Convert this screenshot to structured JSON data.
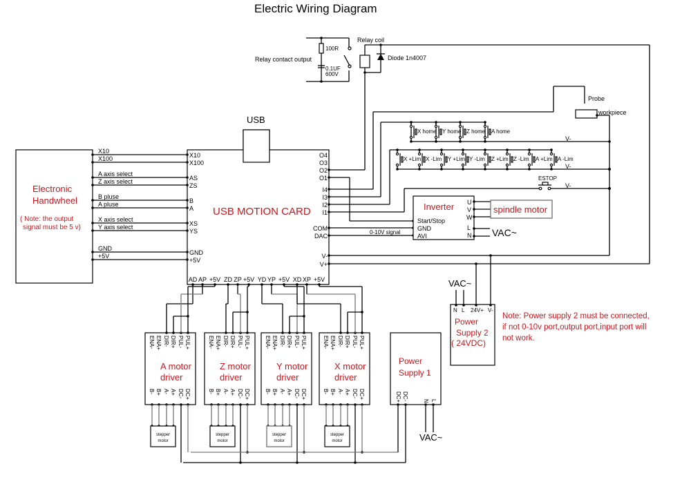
{
  "title": "Electric Wiring Diagram",
  "colors": {
    "label_red": "#c8161d",
    "wire": "#000000",
    "wire_gray": "#777777"
  },
  "relay": {
    "contact_label": "Relay contact output",
    "resistor": "100R",
    "capacitor_1": "0.1UF",
    "capacitor_2": "600V",
    "coil_label": "Relay coil",
    "diode_label": "Diode 1n4007"
  },
  "probe": {
    "probe_label": "Probe",
    "workpiece_label": "workpiece"
  },
  "usb": {
    "label": "USB"
  },
  "card": {
    "title": "USB MOTION CARD",
    "left_pins": [
      "X10",
      "X100",
      "AS",
      "ZS",
      "B",
      "A",
      "XS",
      "YS",
      "GND",
      "+5V"
    ],
    "right_pins": [
      "O4",
      "O3",
      "O2",
      "O1",
      "I4",
      "I3",
      "I2",
      "I1",
      "COM",
      "DAC",
      "V-",
      "V+"
    ],
    "bottom_pins": [
      "AD",
      "AP",
      "+5V",
      "ZD",
      "ZP",
      "+5V",
      "YD",
      "YP",
      "+5V",
      "XD",
      "XP",
      "+5V"
    ]
  },
  "handwheel": {
    "title_1": "Electronic",
    "title_2": "Handwheel",
    "note_1": "(  Note: the output",
    "note_2": "signal must be 5 v)",
    "wires": [
      "X10",
      "X100",
      "A axis select",
      "Z axis select",
      "B pluse",
      "A pluse",
      "X axis select",
      "Y axis select",
      "GND",
      "+5V"
    ]
  },
  "switches": {
    "home": [
      "X home",
      "Y home",
      "Z home",
      "A home"
    ],
    "limits": [
      "X +Lim",
      "X -Lim",
      "Y +Lim",
      "Y -Lim",
      "Z +Lim",
      "Z -Lim",
      "A +Lim",
      "A -Lim"
    ],
    "estop": "ESTOP",
    "vminus": "V-"
  },
  "inverter": {
    "title": "Inverter",
    "left_pins": [
      "Start/Stop",
      "GND",
      "AVI"
    ],
    "right_pins": [
      "U",
      "V",
      "W",
      "L",
      "N"
    ],
    "signal_label": "0-10V signal",
    "vac": "VAC~",
    "spindle": "spindle motor"
  },
  "power_supply_2": {
    "vac": "VAC~",
    "pins": [
      "N",
      "L",
      "24V+",
      "V-"
    ],
    "title_1": "Power",
    "title_2": "Supply 2",
    "title_3": "(  24VDC)",
    "note_1": "Note: Power supply 2 must be connected,",
    "note_2": "if not 0-10v port,output port,input port will",
    "note_3": "not work."
  },
  "drivers": [
    {
      "name_1": "A motor",
      "name_2": "driver"
    },
    {
      "name_1": "Z motor",
      "name_2": "driver"
    },
    {
      "name_1": "Y motor",
      "name_2": "driver"
    },
    {
      "name_1": "X motor",
      "name_2": "driver"
    }
  ],
  "driver_top_pins": [
    "ENA-",
    "ENA+",
    "DIR-",
    "DIR+",
    "PUL-",
    "PUL+"
  ],
  "driver_bottom_pins": [
    "B-",
    "B+",
    "A-",
    "A+",
    "DC-",
    "DC+"
  ],
  "stepper": {
    "line_1": "stepper",
    "line_2": "motor"
  },
  "power_supply_1": {
    "title_1": "Power",
    "title_2": "Supply 1",
    "pins": [
      "DC+",
      "DC-",
      "N",
      "L"
    ],
    "vac": "VAC~"
  }
}
